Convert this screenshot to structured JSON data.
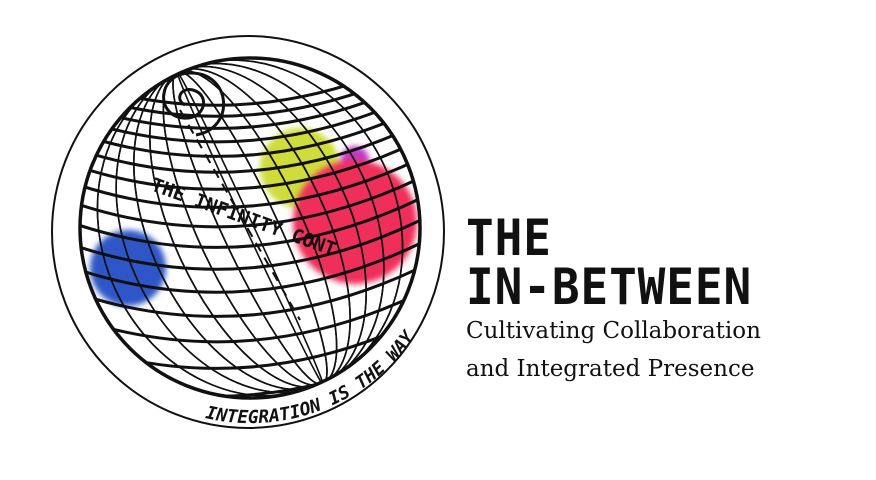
{
  "logo": {
    "globe_label": "THE INFINITY CONTAINER",
    "arc_label": "INTEGRATION IS THE WAY",
    "colors": {
      "blue": "#2f56c8",
      "yellow": "#cfdc3a",
      "pink": "#f02d5a",
      "purple": "#c23bc4",
      "ink": "#111111"
    }
  },
  "heading": {
    "line1": "THE",
    "line2": "IN-BETWEEN"
  },
  "tagline": {
    "line1": "Cultivating Collaboration",
    "line2": "and Integrated Presence"
  }
}
